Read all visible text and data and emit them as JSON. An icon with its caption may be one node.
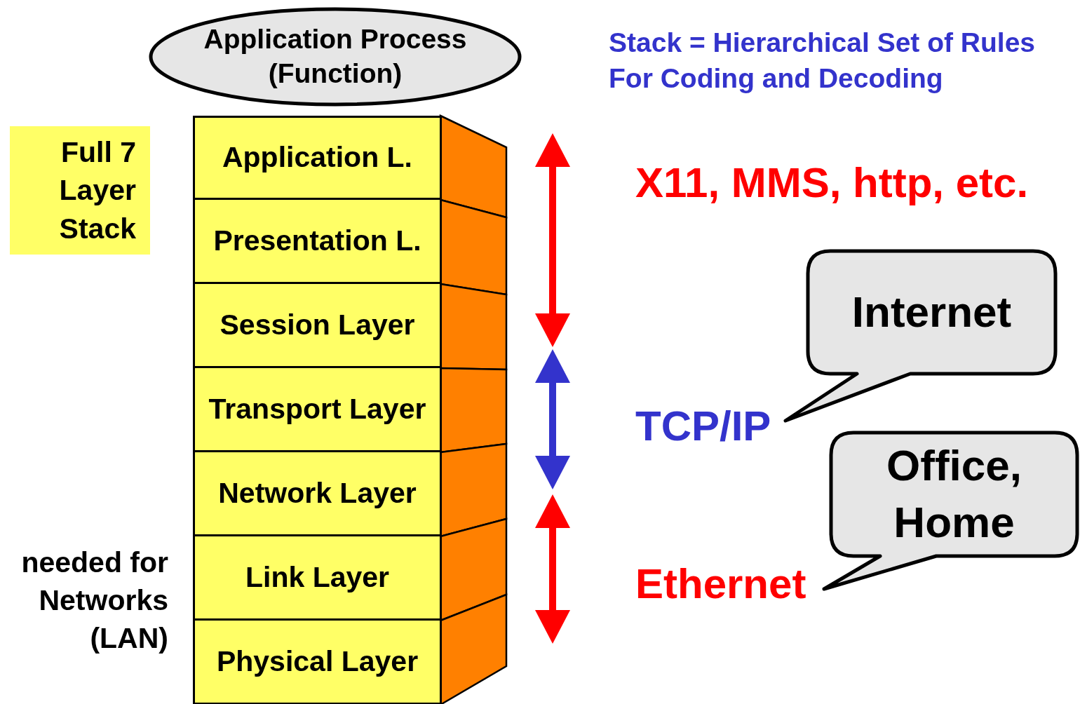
{
  "diagram": {
    "nodes": [
      {
        "text": [
          "Application Process (Function)"
        ]
      },
      {
        "text": [
          "Application L."
        ]
      },
      {
        "text": [
          "Presentation L."
        ]
      },
      {
        "text": [
          "Session Layer"
        ]
      },
      {
        "text": [
          "Transport Layer"
        ]
      },
      {
        "text": [
          "Network Layer"
        ]
      },
      {
        "text": [
          "Link Layer"
        ]
      },
      {
        "text": [
          "Physical Layer"
        ]
      },
      {
        "text": [
          "Full 7 Layer Stack"
        ]
      },
      {
        "text": [
          "Internet"
        ]
      },
      {
        "text": [
          "Office, Home"
        ]
      }
    ],
    "labels": [
      "Stack = Hierarchical Set of Rules For Coding and Decoding",
      "X11, MMS, http, etc.",
      "TCP/IP",
      "Ethernet",
      "needed for Networks (LAN)"
    ]
  }
}
